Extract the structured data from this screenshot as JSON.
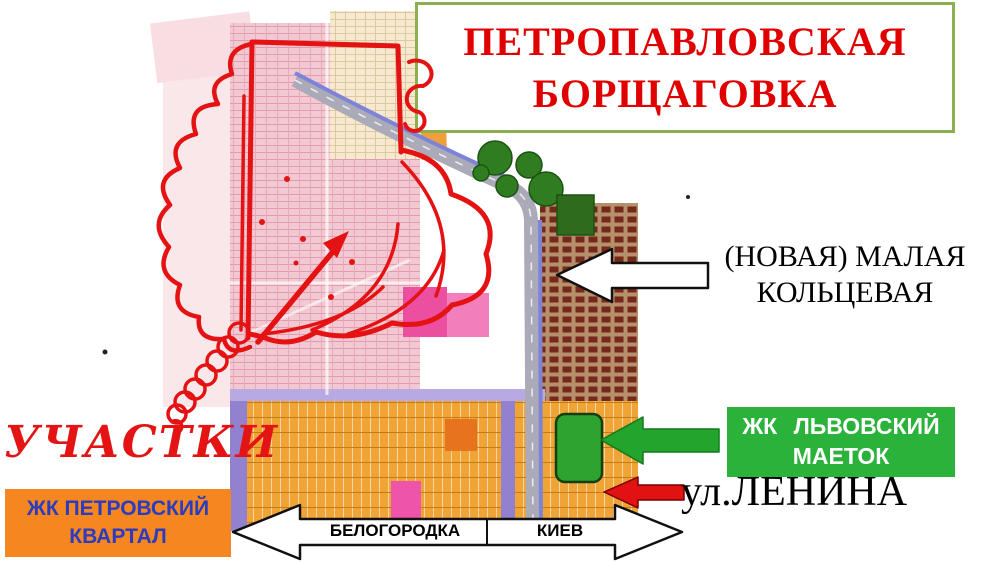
{
  "title_box": {
    "line1": "ПЕТРОПАВЛОВСКАЯ",
    "line2": "БОРЩАГОВКА",
    "text_color": "#e00000",
    "border_color": "#8cb050"
  },
  "labels": {
    "ring_road": {
      "line1": "(НОВАЯ) МАЛАЯ",
      "line2": "КОЛЬЦЕВАЯ"
    },
    "lvovsky": {
      "line1": "ЖК ЛЬВОВСКИЙ",
      "line2": "МАЕТОК",
      "bg_color": "#2bb23a",
      "text_color": "#ffffff"
    },
    "lenina": {
      "text": "ул.ЛЕНИНА"
    },
    "uchastki": {
      "text": "УЧАСТКИ",
      "color": "#e41414"
    },
    "petrovsky": {
      "line1": "ЖК ПЕТРОВСКИЙ",
      "line2": "КВАРТАЛ",
      "bg_color": "#f6861f",
      "text_color": "#2b3cc0"
    },
    "directions": {
      "left": "БЕЛОГОРОДКА",
      "right": "КИЕВ"
    }
  },
  "map_colors": {
    "highlight_red": "#e41212",
    "parcels_pink": "#f2c9d3",
    "parcels_orange": "#f0a436",
    "road_gray": "#aaaab8",
    "road_edge_blue": "#7d84d8",
    "green_area": "#2f7d20",
    "marker_green": "#2fa32f",
    "dense_blocks_brown": "#76281c"
  }
}
